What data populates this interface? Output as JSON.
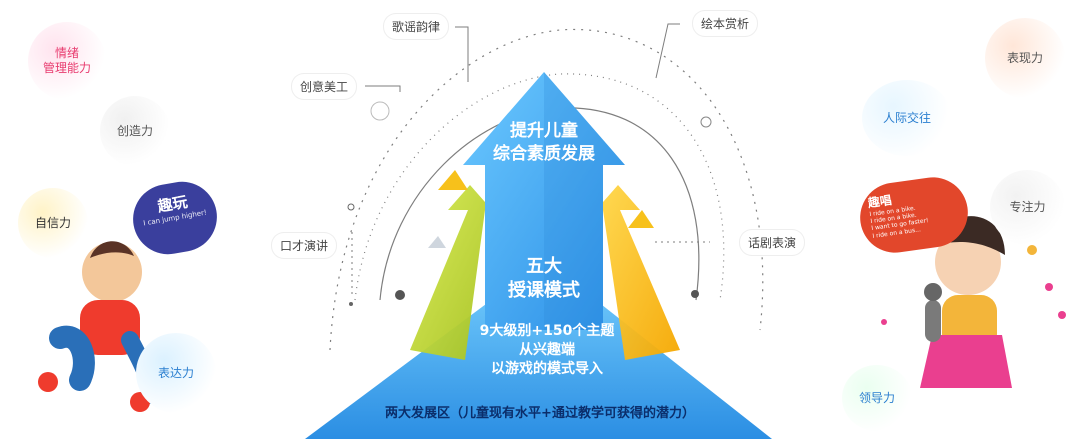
{
  "soft_skills_left": [
    {
      "label_lines": [
        "情绪",
        "管理能力"
      ],
      "color": "#e83c6f"
    },
    {
      "label_lines": [
        "创造力"
      ],
      "color": "#555555"
    },
    {
      "label_lines": [
        "自信力"
      ],
      "color": "#333333"
    },
    {
      "label_lines": [
        "表达力"
      ],
      "color": "#2b7fd0"
    }
  ],
  "soft_skills_right": [
    {
      "label_lines": [
        "表现力"
      ],
      "color": "#555555"
    },
    {
      "label_lines": [
        "人际交往"
      ],
      "color": "#2b7fd0"
    },
    {
      "label_lines": [
        "专注力"
      ],
      "color": "#555555"
    },
    {
      "label_lines": [
        "领导力"
      ],
      "color": "#2b7fd0"
    }
  ],
  "modules": [
    {
      "id": "songs",
      "label": "歌谣韵律"
    },
    {
      "id": "picture_books",
      "label": "绘本赏析"
    },
    {
      "id": "art",
      "label": "创意美工"
    },
    {
      "id": "speech",
      "label": "口才演讲"
    },
    {
      "id": "drama",
      "label": "话剧表演"
    }
  ],
  "center": {
    "top_lines": [
      "提升儿童",
      "综合素质发展"
    ],
    "mid_lines": [
      "五大",
      "授课模式"
    ],
    "base_lines": [
      "9大级别+150个主题",
      "从兴趣端",
      "以游戏的模式导入"
    ],
    "base_title": "两大发展区（儿童现有水平+通过教学可获得的潜力）"
  },
  "left_kid_bubble": {
    "title": "趣玩",
    "subtitle": "I can jump higher!"
  },
  "right_kid_bubble": {
    "title": "趣唱",
    "lines": [
      "I ride on a bike.",
      "I ride on a bike.",
      "I want to go faster!",
      "I ride on a bus..."
    ]
  },
  "colors": {
    "blue": "#3aa7ee",
    "blue_light": "#6cc9ff",
    "green": "#b8d02b",
    "yellow": "#f7c11b",
    "ring": "#7e7e7e"
  }
}
